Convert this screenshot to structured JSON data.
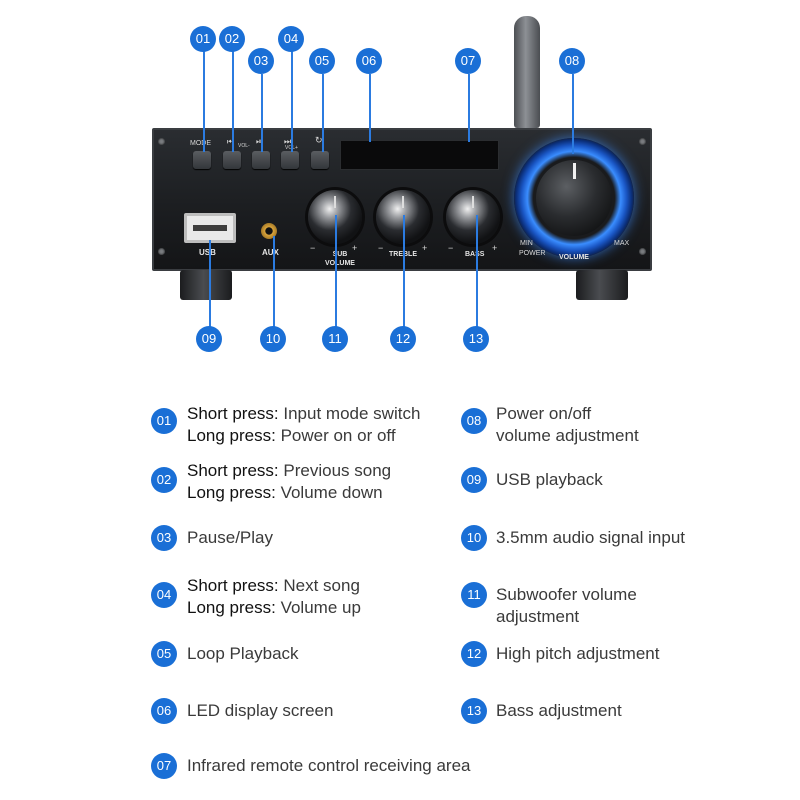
{
  "callouts": [
    "01",
    "02",
    "03",
    "04",
    "05",
    "06",
    "07",
    "08",
    "09",
    "10",
    "11",
    "12",
    "13"
  ],
  "panel": {
    "mode": "MODE",
    "prev_icon": "⏮",
    "vol_minus": "VOL-",
    "play_icon": "⏯",
    "next_icon": "⏭",
    "vol_plus": "VOL+",
    "loop_icon": "↻",
    "usb": "USB",
    "aux": "AUX",
    "sub_volume": "SUB\nVOLUME",
    "treble": "TREBLE",
    "bass": "BASS",
    "minus": "−",
    "plus": "+",
    "min": "MIN",
    "max": "MAX",
    "power": "POWER",
    "volume": "VOLUME"
  },
  "legend": {
    "l01": {
      "num": "01",
      "bold1": "Short press:",
      "text1": " Input mode switch",
      "bold2": "Long press:",
      "text2": " Power on or off"
    },
    "l02": {
      "num": "02",
      "bold1": "Short press:",
      "text1": " Previous song",
      "bold2": "Long press:",
      "text2": " Volume down"
    },
    "l03": {
      "num": "03",
      "text": "Pause/Play"
    },
    "l04": {
      "num": "04",
      "bold1": "Short press:",
      "text1": " Next song",
      "bold2": "Long press:",
      "text2": " Volume up"
    },
    "l05": {
      "num": "05",
      "text": "Loop Playback"
    },
    "l06": {
      "num": "06",
      "text": "LED display screen"
    },
    "l07": {
      "num": "07",
      "text": "Infrared remote control receiving area"
    },
    "l08": {
      "num": "08",
      "text1": "Power on/off",
      "text2": "volume adjustment"
    },
    "l09": {
      "num": "09",
      "text": "USB playback"
    },
    "l10": {
      "num": "10",
      "text": "3.5mm audio signal input"
    },
    "l11": {
      "num": "11",
      "text1": "Subwoofer volume",
      "text2": "adjustment"
    },
    "l12": {
      "num": "12",
      "text": "High pitch adjustment"
    },
    "l13": {
      "num": "13",
      "text": "Bass adjustment"
    }
  },
  "colors": {
    "accent": "#1a6fd6",
    "panel": "#1c1e21",
    "glow": "#3a8dff"
  }
}
